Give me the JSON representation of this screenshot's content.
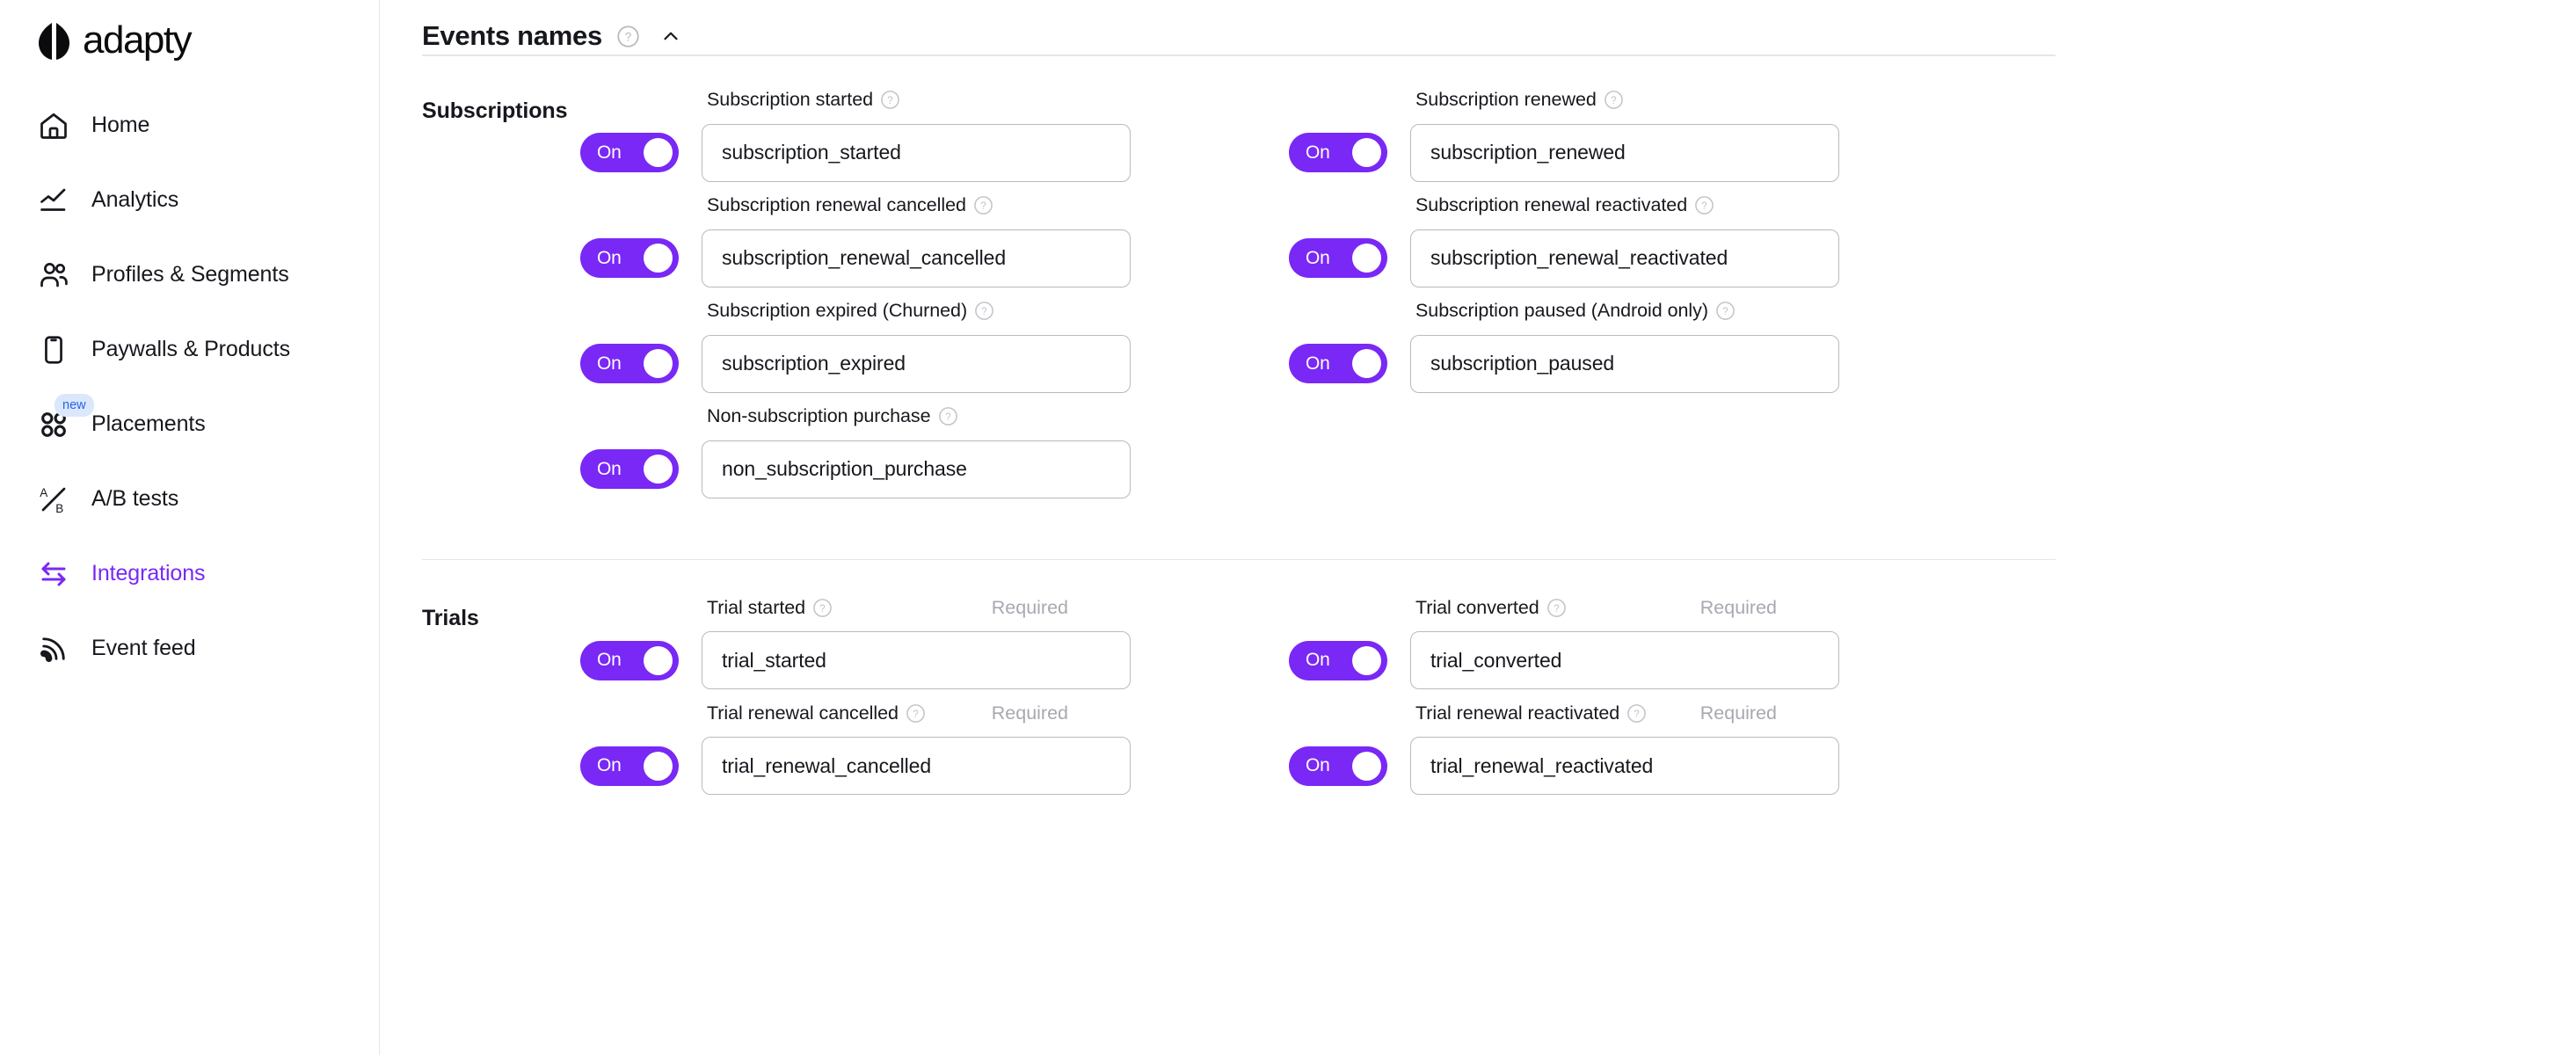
{
  "brand": {
    "name": "adapty",
    "accent": "#7928f5",
    "badge_bg": "#dbe7fb",
    "badge_fg": "#2563eb"
  },
  "sidebar": {
    "items": [
      {
        "label": "Home",
        "icon": "home-icon",
        "active": false,
        "badge": null
      },
      {
        "label": "Analytics",
        "icon": "chart-line-icon",
        "active": false,
        "badge": null
      },
      {
        "label": "Profiles & Segments",
        "icon": "users-icon",
        "active": false,
        "badge": null
      },
      {
        "label": "Paywalls & Products",
        "icon": "phone-icon",
        "active": false,
        "badge": null
      },
      {
        "label": "Placements",
        "icon": "grid-dots-icon",
        "active": false,
        "badge": "new"
      },
      {
        "label": "A/B tests",
        "icon": "ab-split-icon",
        "active": false,
        "badge": null
      },
      {
        "label": "Integrations",
        "icon": "arrows-swap-icon",
        "active": true,
        "badge": null
      },
      {
        "label": "Event feed",
        "icon": "rss-icon",
        "active": false,
        "badge": null
      }
    ]
  },
  "header": {
    "title": "Events names",
    "help_icon": "question-circle-icon",
    "collapse_icon": "chevron-up-icon"
  },
  "sections": [
    {
      "title": "Subscriptions",
      "rows": [
        [
          {
            "label": "Subscription started",
            "value": "subscription_started",
            "toggle": "On",
            "required": null
          },
          {
            "label": "Subscription renewed",
            "value": "subscription_renewed",
            "toggle": "On",
            "required": null
          }
        ],
        [
          {
            "label": "Subscription renewal cancelled",
            "value": "subscription_renewal_cancelled",
            "toggle": "On",
            "required": null
          },
          {
            "label": "Subscription renewal reactivated",
            "value": "subscription_renewal_reactivated",
            "toggle": "On",
            "required": null
          }
        ],
        [
          {
            "label": "Subscription expired (Churned)",
            "value": "subscription_expired",
            "toggle": "On",
            "required": null
          },
          {
            "label": "Subscription paused (Android only)",
            "value": "subscription_paused",
            "toggle": "On",
            "required": null
          }
        ],
        [
          {
            "label": "Non-subscription purchase",
            "value": "non_subscription_purchase",
            "toggle": "On",
            "required": null
          },
          null
        ]
      ]
    },
    {
      "title": "Trials",
      "rows": [
        [
          {
            "label": "Trial started",
            "value": "trial_started",
            "toggle": "On",
            "required": "Required"
          },
          {
            "label": "Trial converted",
            "value": "trial_converted",
            "toggle": "On",
            "required": "Required"
          }
        ],
        [
          {
            "label": "Trial renewal cancelled",
            "value": "trial_renewal_cancelled",
            "toggle": "On",
            "required": "Required"
          },
          {
            "label": "Trial renewal reactivated",
            "value": "trial_renewal_reactivated",
            "toggle": "On",
            "required": "Required"
          }
        ]
      ]
    }
  ]
}
